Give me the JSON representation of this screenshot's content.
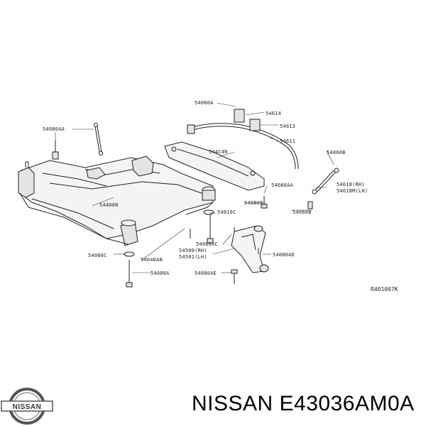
{
  "labels": {
    "l54060A": "54060A",
    "l54614": "54614",
    "l54613": "54613",
    "l54611": "54611",
    "l54080AA_left": "54080AA",
    "l544C4N": "544C4N",
    "l54060B": "54060B",
    "l54080AA_mid": "54080AA",
    "l54618RH": "54618(RH)",
    "l54618MLH": "54618M(LH)",
    "l54400N": "54400N",
    "l54080B": "54080B",
    "l54010C": "54010C",
    "l54060B_low": "54060B",
    "l54080C": "54080C",
    "l54040AN": "54040AN",
    "l54080AC": "54080AC",
    "l54500RH": "54500(RH)",
    "l54501LH": "54501(LH)",
    "l54080AD": "54080AD",
    "l54080A": "54080A",
    "l54080AE": "54080AE",
    "ref": "R401007K"
  },
  "caption": {
    "brand": "NISSAN",
    "part_number": "E43036AM0A",
    "text": "NISSAN E43036AM0A"
  },
  "logo": {
    "text": "NISSAN"
  }
}
